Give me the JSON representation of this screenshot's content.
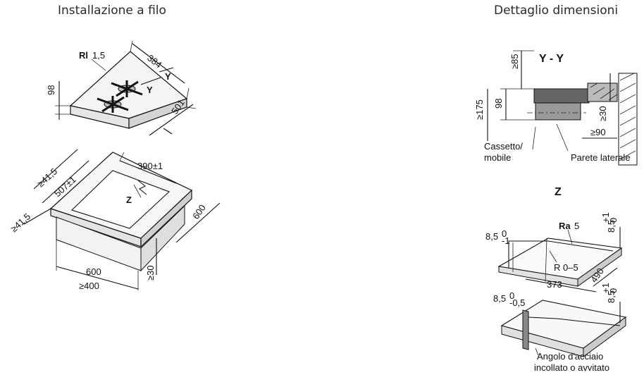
{
  "left_panel": {
    "title": "Installazione a filo",
    "top_hob": {
      "radius_label": "Rl",
      "radius_value": "1,5",
      "width": "384",
      "depth": "501",
      "height": "98",
      "section_mark": "Y"
    },
    "cutout": {
      "width": "390±1",
      "depth": "507±1",
      "edge_back": "≥41,5",
      "edge_side": "≥41,5",
      "detail_mark": "Z",
      "cabinet_depth": "600",
      "cabinet_width": "600",
      "cabinet_min_width": "≥400",
      "clearance": "≥30"
    }
  },
  "right_panel": {
    "title": "Dettaglio dimensioni",
    "section_yy": {
      "title": "Y - Y",
      "top_clearance": "≥85",
      "depth_total": "≥175",
      "hob_height": "98",
      "side_clearance": "≥30",
      "wall_clearance": "≥90",
      "drawer_label_line1": "Cassetto/",
      "drawer_label_line2": "mobile",
      "wall_label": "Parete laterale"
    },
    "detail_z": {
      "title": "Z",
      "roughness_label": "Ra",
      "roughness_value": "5",
      "step_depth": "8,5",
      "step_depth_tol_upper": "0",
      "step_depth_tol_lower": "-1",
      "step_right": "8,5",
      "step_right_tol_upper": "+1",
      "step_right_tol_lower": "0",
      "corner_radius": "R 0–5",
      "inner_width": "373",
      "inner_depth": "490",
      "bracket_step": "8,5",
      "bracket_tol_upper": "0",
      "bracket_tol_lower": "-0,5",
      "bracket_right": "8,5",
      "bracket_right_tol_upper": "+1",
      "bracket_right_tol_lower": "0",
      "bracket_label_line1": "Angolo d'acciaio",
      "bracket_label_line2": "incollato o avvitato"
    }
  }
}
